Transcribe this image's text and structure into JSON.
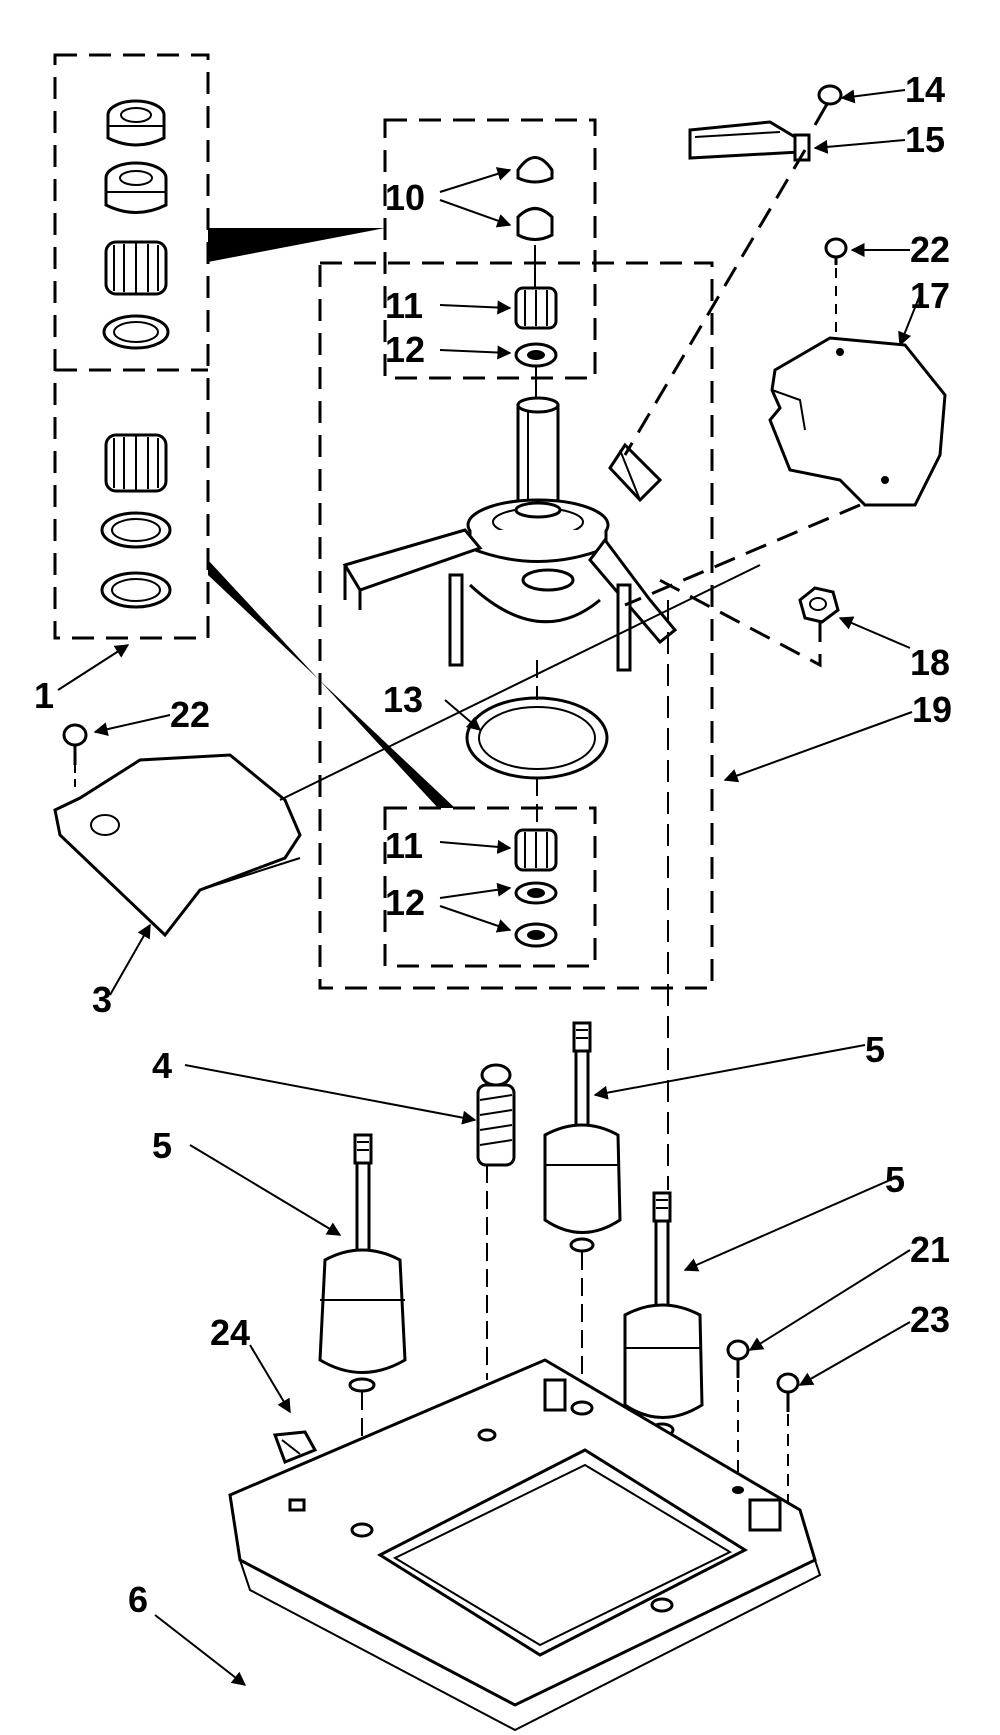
{
  "labels": {
    "l1": "1",
    "l3": "3",
    "l4": "4",
    "l5a": "5",
    "l5b": "5",
    "l5c": "5",
    "l6": "6",
    "l10": "10",
    "l11a": "11",
    "l11b": "11",
    "l12a": "12",
    "l12b": "12",
    "l13": "13",
    "l14": "14",
    "l15": "15",
    "l17": "17",
    "l18": "18",
    "l19": "19",
    "l21": "21",
    "l22a": "22",
    "l22b": "22",
    "l23": "23",
    "l24": "24"
  }
}
